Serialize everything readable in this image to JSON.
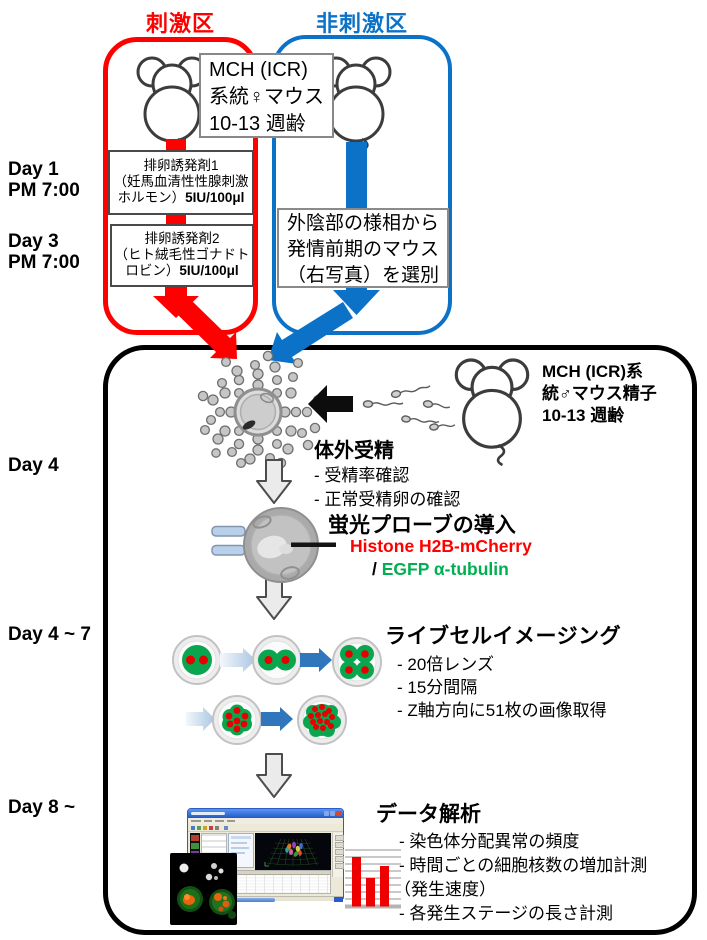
{
  "group_labels": {
    "stimulated": "刺激区",
    "non_stimulated": "非刺激区"
  },
  "female_mouse_box": {
    "line1": "MCH (ICR)",
    "line2": "系統♀マウス",
    "line3": "10-13 週齢"
  },
  "timeline": {
    "day1": {
      "day": "Day 1",
      "time": "PM 7:00"
    },
    "day3": {
      "day": "Day 3",
      "time": "PM 7:00"
    },
    "day4": {
      "day": "Day 4"
    },
    "day4_7": {
      "day": "Day 4 ~ 7"
    },
    "day8": {
      "day": "Day 8 ~"
    }
  },
  "induction_box1": {
    "title": "排卵誘発剤1",
    "line2": "（妊馬血清性性腺刺激",
    "line3_prefix": "ホルモン）",
    "dose": "5IU/100μl"
  },
  "induction_box2": {
    "title": "排卵誘発剤2",
    "line2": "（ヒト絨毛性ゴナドト",
    "line3_prefix": "ロビン）",
    "dose": "5IU/100μl"
  },
  "selection_box": {
    "line1": "外陰部の様相から",
    "line2": "発情前期のマウス",
    "line3": "（右写真）を選別"
  },
  "male_mouse_text": {
    "line1": "MCH (ICR)系",
    "line2": "統♂マウス精子",
    "line3": "10-13 週齢"
  },
  "ivf": {
    "title": "体外受精",
    "bullet1": "- 受精率確認",
    "bullet2": "- 正常受精卵の確認"
  },
  "probe": {
    "title": "蛍光プローブの導入",
    "line1": "Histone H2B-mCherry",
    "slash": "/ ",
    "line2": "EGFP α-tubulin"
  },
  "imaging": {
    "title": "ライブセルイメージング",
    "bullet1": "- 20倍レンズ",
    "bullet2": "- 15分間隔",
    "bullet3": "- Z軸方向に51枚の画像取得"
  },
  "analysis": {
    "title": "データ解析",
    "bullet1": "- 染色体分配異常の頻度",
    "bullet2": "- 時間ごとの細胞核数の増加計測",
    "bullet3": "（発生速度）",
    "bullet4": "- 各発生ステージの長さ計測"
  },
  "colors": {
    "red": "#ff0000",
    "blue": "#0b72c8",
    "green": "#00a651",
    "mcherry": "#ff0000",
    "egfp": "#00b050"
  },
  "icons": {
    "mouse": "mouse-icon",
    "sperm": "sperm-icon",
    "egg_cluster": "egg-cluster-icon",
    "injection": "microinjection-icon",
    "embryo": "embryo-icon",
    "down_arrow": "down-arrow-icon",
    "left_arrow": "left-arrow-icon",
    "software": "analysis-software-icon",
    "fluorescence": "fluorescence-image-icon",
    "bar_graph": "bar-graph-icon"
  }
}
